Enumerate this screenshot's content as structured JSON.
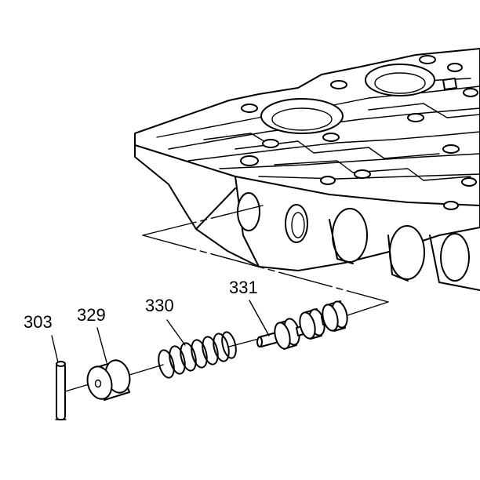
{
  "labels": {
    "pin": "303",
    "plug": "329",
    "spring": "330",
    "valve": "331"
  },
  "colors": {
    "line": "#000000",
    "background": "#ffffff"
  }
}
